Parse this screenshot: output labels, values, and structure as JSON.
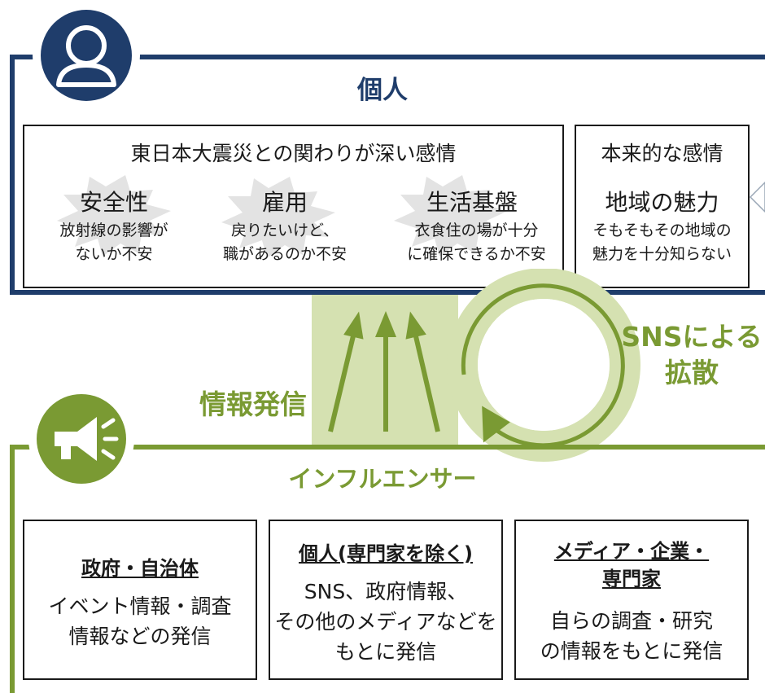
{
  "top": {
    "title": "個人",
    "group_a": {
      "heading": "東日本大震災との関わりが深い感情",
      "items": [
        {
          "title": "安全性",
          "desc": [
            "放射線の影響が",
            "ないか不安"
          ]
        },
        {
          "title": "雇用",
          "desc": [
            "戻りたいけど、",
            "職があるのか不安"
          ]
        },
        {
          "title": "生活基盤",
          "desc": [
            "衣食住の場が十分",
            "に確保できるか不安"
          ]
        }
      ]
    },
    "group_b": {
      "heading": "本来的な感情",
      "item": {
        "title": "地域の魅力",
        "desc": [
          "そもそもその地域の",
          "魅力を十分知らない"
        ]
      }
    }
  },
  "middle": {
    "send_label": "情報発信",
    "sns_label": [
      "SNSによる",
      "拡散"
    ]
  },
  "bottom": {
    "title": "インフルエンサー",
    "boxes": [
      {
        "title": [
          "政府・自治体"
        ],
        "desc": [
          "イベント情報・調査",
          "情報などの発信"
        ]
      },
      {
        "title": [
          "個人(専門家を除く)"
        ],
        "desc": [
          "SNS、政府情報、",
          "その他のメディアなどを",
          "もとに発信"
        ]
      },
      {
        "title": [
          "メディア・企業・",
          "専門家"
        ],
        "desc": [
          "自らの調査・研究",
          "の情報をもとに発信"
        ]
      }
    ]
  },
  "colors": {
    "navy": "#1f3d6b",
    "green": "#7a9a33",
    "light_green": "#d5e1b1"
  },
  "icons": {
    "top": "person-icon",
    "bottom": "megaphone-icon"
  }
}
